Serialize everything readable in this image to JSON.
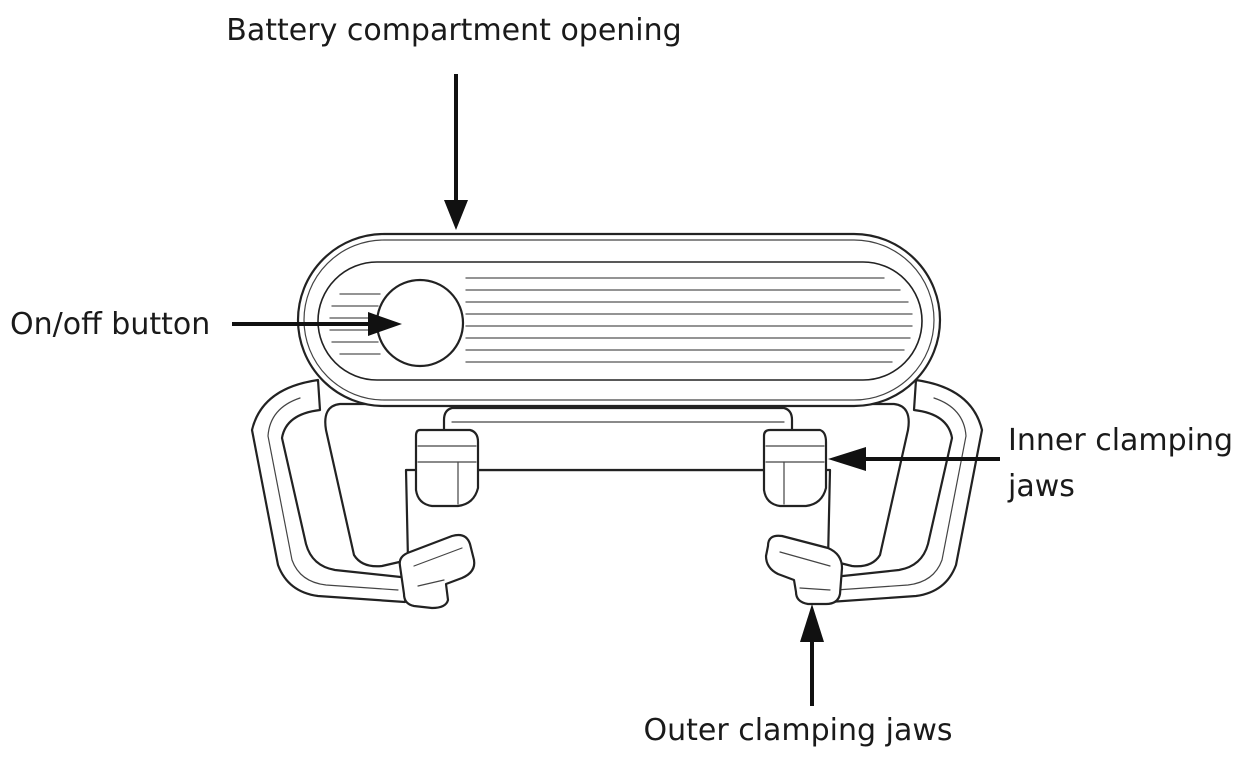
{
  "labels": {
    "battery": "Battery compartment opening",
    "onoff": "On/off button",
    "inner_line1": "Inner clamping",
    "inner_line2": "jaws",
    "outer": "Outer clamping jaws"
  },
  "colors": {
    "line": "#222222",
    "arrow": "#111111",
    "background": "#ffffff"
  }
}
